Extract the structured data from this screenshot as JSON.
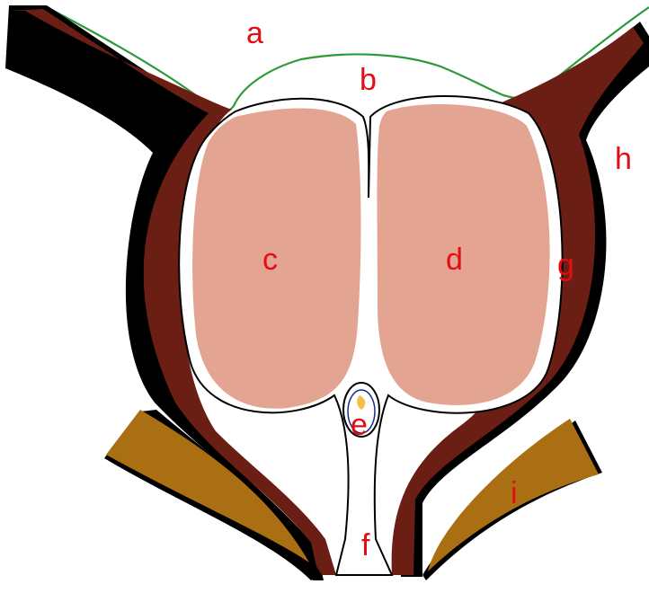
{
  "colors": {
    "wall": "#6b1f14",
    "lobe": "#e3a591",
    "band": "#a96f12",
    "outline": "#000000",
    "membrane": "#2d9a3a",
    "label": "#e30d12",
    "background": "#ffffff",
    "nodule_core": "#f2c04a"
  },
  "labels": {
    "a": "a",
    "b": "b",
    "c": "c",
    "d": "d",
    "e": "e",
    "f": "f",
    "g": "g",
    "h": "h",
    "i": "i"
  }
}
